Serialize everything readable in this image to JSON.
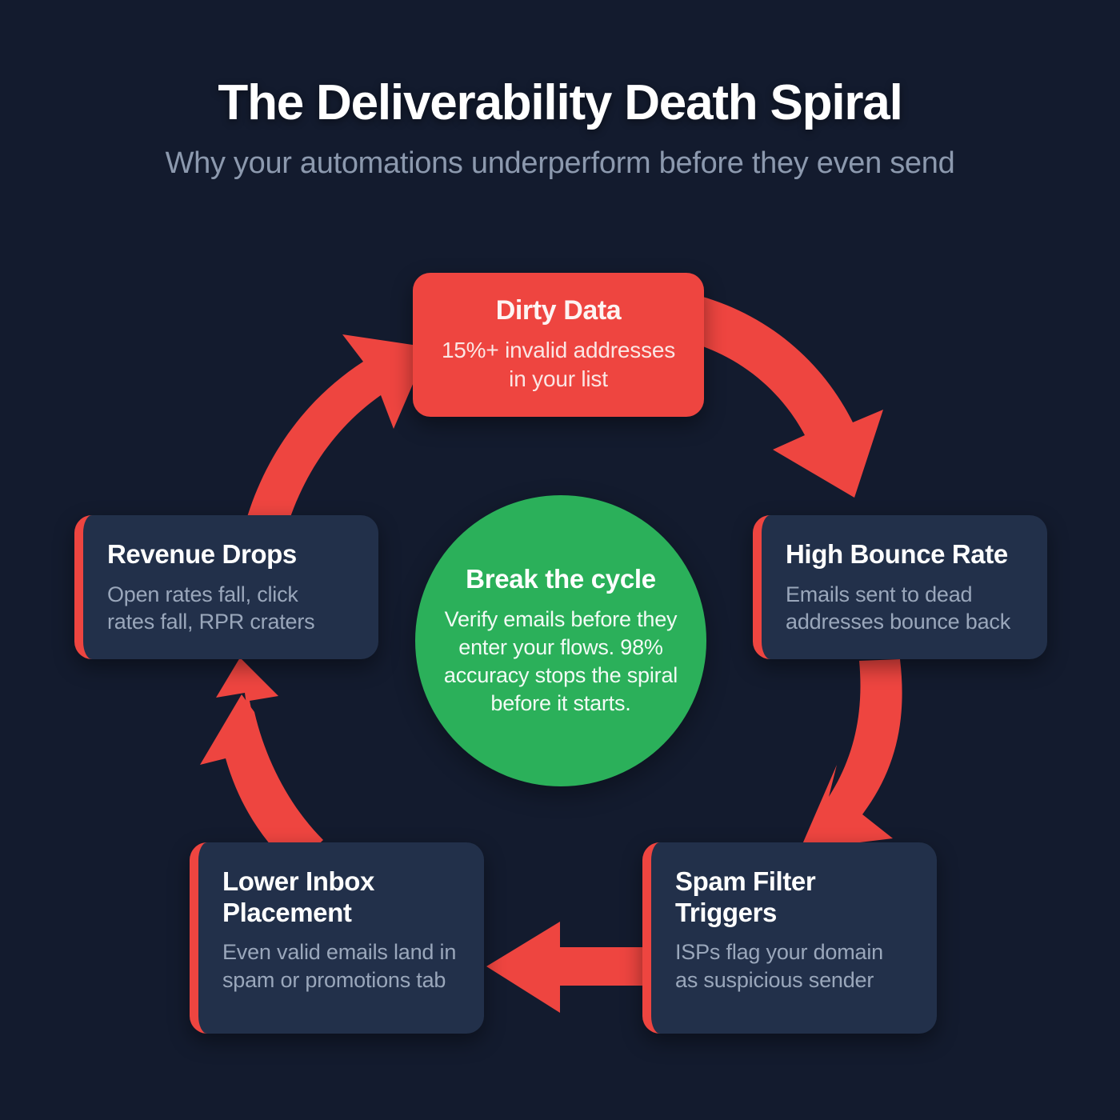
{
  "header": {
    "title": "The Deliverability Death Spiral",
    "subtitle": "Why your automations underperform before they even send"
  },
  "colors": {
    "background": "#131b2e",
    "card": "#22304a",
    "accent_red": "#ee4540",
    "accent_green": "#2bb05a",
    "title_text": "#ffffff",
    "subtitle_text": "#8c99ae",
    "body_text": "#9aa7bb"
  },
  "cycle": {
    "nodes": [
      {
        "id": "dirty-data",
        "title": "Dirty Data",
        "desc": "15%+ invalid addresses in your list",
        "style": "accent"
      },
      {
        "id": "high-bounce-rate",
        "title": "High Bounce Rate",
        "desc": "Emails sent to dead addresses bounce back",
        "style": "dark"
      },
      {
        "id": "spam-filter-triggers",
        "title": "Spam Filter Triggers",
        "desc": "ISPs flag your domain as suspicious sender",
        "style": "dark"
      },
      {
        "id": "lower-inbox-placement",
        "title": "Lower Inbox Placement",
        "desc": "Even valid emails land in spam or promotions tab",
        "style": "dark"
      },
      {
        "id": "revenue-drops",
        "title": "Revenue Drops",
        "desc": "Open rates fall, click rates fall, RPR craters",
        "style": "dark"
      }
    ],
    "arrows": [
      {
        "from": "dirty-data",
        "to": "high-bounce-rate"
      },
      {
        "from": "high-bounce-rate",
        "to": "spam-filter-triggers"
      },
      {
        "from": "spam-filter-triggers",
        "to": "lower-inbox-placement"
      },
      {
        "from": "lower-inbox-placement",
        "to": "revenue-drops"
      },
      {
        "from": "revenue-drops",
        "to": "dirty-data"
      }
    ]
  },
  "center": {
    "title": "Break the cycle",
    "desc": "Verify emails before they enter your flows. 98% accuracy stops the spiral before it starts."
  }
}
